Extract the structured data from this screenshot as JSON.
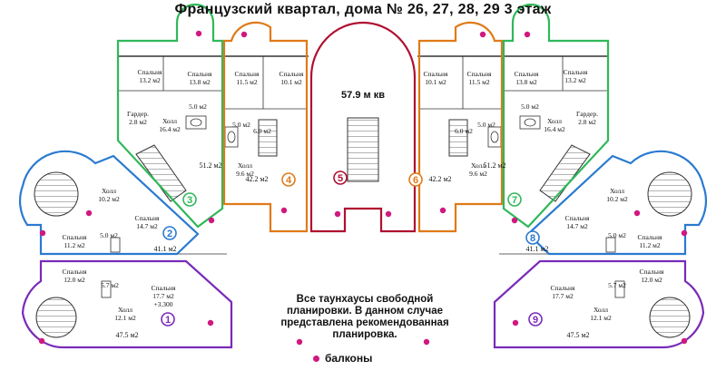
{
  "title": "Французский квартал,  дома № 26, 27, 28, 29  3 этаж",
  "note": [
    "Все таунхаусы свободной",
    "планировки. В данном случае",
    "представлена рекомендованная",
    "планировка."
  ],
  "legend": {
    "label": "балконы",
    "color": "#d01880"
  },
  "central": {
    "number": "5",
    "area": "57.9 м кв",
    "color": "#b01030"
  },
  "units": [
    {
      "number": "1",
      "color": "#7a2bb8",
      "total": "47.5 м2"
    },
    {
      "number": "2",
      "color": "#2a7ad0",
      "total": "41.1 м2"
    },
    {
      "number": "3",
      "color": "#2fb85a",
      "total": "51.2 м2"
    },
    {
      "number": "4",
      "color": "#e07a18",
      "total": "42.2 м2"
    },
    {
      "number": "6",
      "color": "#e07a18",
      "total": "42.2 м2"
    },
    {
      "number": "7",
      "color": "#2fb85a",
      "total": "51.2 м2"
    },
    {
      "number": "8",
      "color": "#2a7ad0",
      "total": "41.1 м2"
    },
    {
      "number": "9",
      "color": "#7a2bb8",
      "total": "47.5 м2"
    }
  ],
  "rooms": {
    "u3_bed1": [
      "Спальня",
      "13.2 м2"
    ],
    "u3_bed2": [
      "Спальня",
      "13.8 м2"
    ],
    "u3_gard": [
      "Гардер.",
      "2.8 м2"
    ],
    "u3_hall": [
      "Холл",
      "16.4 м2"
    ],
    "u3_bath": "5.0 м2",
    "u4_bed1": [
      "Спальня",
      "11.5 м2"
    ],
    "u4_bed2": [
      "Спальня",
      "10.1 м2"
    ],
    "u4_bath1": "5.0 м2",
    "u4_bath2": "6.0 м2",
    "u4_hall": [
      "Холл",
      "9.6 м2"
    ],
    "u6_bed1": [
      "Спальня",
      "10.1 м2"
    ],
    "u6_bed2": [
      "Спальня",
      "11.5 м2"
    ],
    "u6_bath1": "5.0 м2",
    "u6_bath2": "6.0 м2",
    "u6_hall": [
      "Холл",
      "9.6 м2"
    ],
    "u7_bed1": [
      "Спальня",
      "13.8 м2"
    ],
    "u7_bed2": [
      "Спальня",
      "13.2 м2"
    ],
    "u7_bath": "5.0 м2",
    "u7_hall": [
      "Холл",
      "16.4 м2"
    ],
    "u7_gard": [
      "Гардер.",
      "2.8 м2"
    ],
    "u2_hall": [
      "Холл",
      "10.2 м2"
    ],
    "u2_bed1": [
      "Спальня",
      "14.7 м2"
    ],
    "u2_bed2": [
      "Спальня",
      "11.2 м2"
    ],
    "u2_bath": "5.0 м2",
    "u8_hall": [
      "Холл",
      "10.2 м2"
    ],
    "u8_bed1": [
      "Спальня",
      "14.7 м2"
    ],
    "u8_bed2": [
      "Спальня",
      "11.2 м2"
    ],
    "u8_bath": "5.0 м2",
    "u1_bed1": [
      "Спальня",
      "12.0 м2"
    ],
    "u1_bath": "5.7 м2",
    "u1_bed2": [
      "Спальня",
      "17.7 м2",
      "+3.300"
    ],
    "u1_hall": [
      "Холл",
      "12.1 м2"
    ],
    "u9_bed1": [
      "Спальня",
      "17.7 м2"
    ],
    "u9_bath": "5.7 м2",
    "u9_bed2": [
      "Спальня",
      "12.0 м2"
    ],
    "u9_hall": [
      "Холл",
      "12.1 м2"
    ]
  }
}
